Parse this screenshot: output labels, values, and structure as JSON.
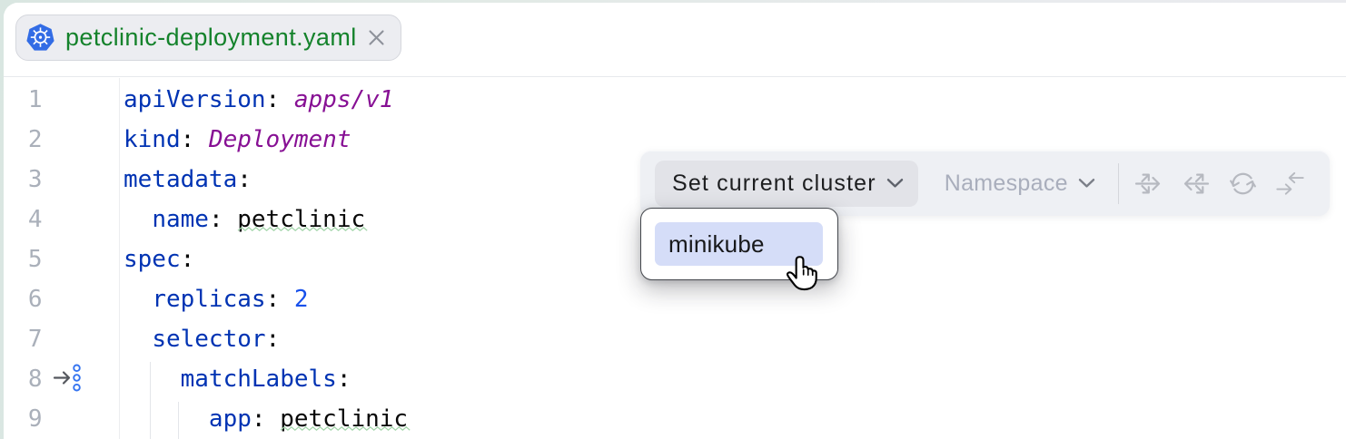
{
  "tab_bar": {
    "tab": {
      "icon": "kubernetes-icon",
      "label": "petclinic-deployment.yaml",
      "label_color": "#14822b",
      "close": "close-icon"
    }
  },
  "toolbar": {
    "set_cluster_button": {
      "label": "Set current cluster",
      "state": "hovered"
    },
    "namespace_button": {
      "label": "Namespace",
      "state": "disabled"
    },
    "action_icons": [
      "apply-to-cluster-icon",
      "load-from-cluster-icon",
      "refresh-from-cluster-icon",
      "compare-with-cluster-icon"
    ]
  },
  "popup": {
    "items": [
      {
        "label": "minikube",
        "highlighted": true
      }
    ],
    "cursor": "pointing-hand-cursor"
  },
  "editor": {
    "font": "monospace",
    "lines": [
      {
        "number": "1",
        "segments": [
          {
            "t": "apiVersion",
            "c": "key"
          },
          {
            "t": ": ",
            "c": "text"
          },
          {
            "t": "apps/v1",
            "c": "meta"
          }
        ]
      },
      {
        "number": "2",
        "segments": [
          {
            "t": "kind",
            "c": "key"
          },
          {
            "t": ": ",
            "c": "text"
          },
          {
            "t": "Deployment",
            "c": "meta"
          }
        ]
      },
      {
        "number": "3",
        "segments": [
          {
            "t": "metadata",
            "c": "key"
          },
          {
            "t": ":",
            "c": "text"
          }
        ]
      },
      {
        "number": "4",
        "segments": [
          {
            "t": "  ",
            "c": "text"
          },
          {
            "t": "name",
            "c": "key"
          },
          {
            "t": ": ",
            "c": "text"
          },
          {
            "t": "petclinic",
            "c": "typo"
          }
        ]
      },
      {
        "number": "5",
        "segments": [
          {
            "t": "spec",
            "c": "key"
          },
          {
            "t": ":",
            "c": "text"
          }
        ]
      },
      {
        "number": "6",
        "segments": [
          {
            "t": "  ",
            "c": "text"
          },
          {
            "t": "replicas",
            "c": "key"
          },
          {
            "t": ": ",
            "c": "text"
          },
          {
            "t": "2",
            "c": "num"
          }
        ]
      },
      {
        "number": "7",
        "segments": [
          {
            "t": "  ",
            "c": "text"
          },
          {
            "t": "selector",
            "c": "key"
          },
          {
            "t": ":",
            "c": "text"
          }
        ]
      },
      {
        "number": "8",
        "gutter_icon": "navigate-related-resource-icon",
        "segments": [
          {
            "t": "    ",
            "c": "text"
          },
          {
            "t": "matchLabels",
            "c": "key"
          },
          {
            "t": ":",
            "c": "text"
          }
        ]
      },
      {
        "number": "9",
        "segments": [
          {
            "t": "      ",
            "c": "text"
          },
          {
            "t": "app",
            "c": "key"
          },
          {
            "t": ": ",
            "c": "text"
          },
          {
            "t": "petclinic",
            "c": "typo"
          }
        ]
      }
    ]
  },
  "colors": {
    "yaml_key": "#0033b3",
    "yaml_meta_value": "#871094",
    "yaml_number": "#1750eb",
    "typo_squiggle": "#a3d5aa",
    "tab_fill": "#ecedf1",
    "toolbar_fill": "#eef0f4",
    "button_hover_fill": "#e2e3e8",
    "popup_selection_fill": "#d5ddf8",
    "kubernetes_blue": "#326ce5",
    "vcs_added_green": "#14822b"
  }
}
